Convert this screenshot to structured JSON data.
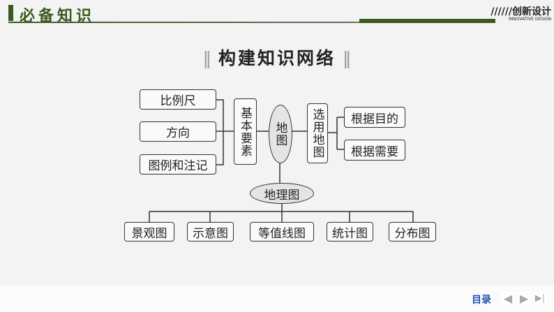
{
  "header": {
    "title": "必备知识",
    "logo_text": "//////创新设计",
    "logo_sub": "INNOVATIVE DESIGN"
  },
  "main": {
    "title": "构建知识网络",
    "title_bar": "‖"
  },
  "diagram": {
    "elements_label": "基本要素",
    "elements": [
      "比例尺",
      "方向",
      "图例和注记"
    ],
    "center": "地图",
    "select_label": "选用地图",
    "select": [
      "根据目的",
      "根据需要"
    ],
    "geo_map": "地理图",
    "geo_types": [
      "景观图",
      "示意图",
      "等值线图",
      "统计图",
      "分布图"
    ]
  },
  "footer": {
    "toc": "目录",
    "prev_icon": "◀",
    "next_icon": "▶",
    "last_icon": "▶|"
  }
}
